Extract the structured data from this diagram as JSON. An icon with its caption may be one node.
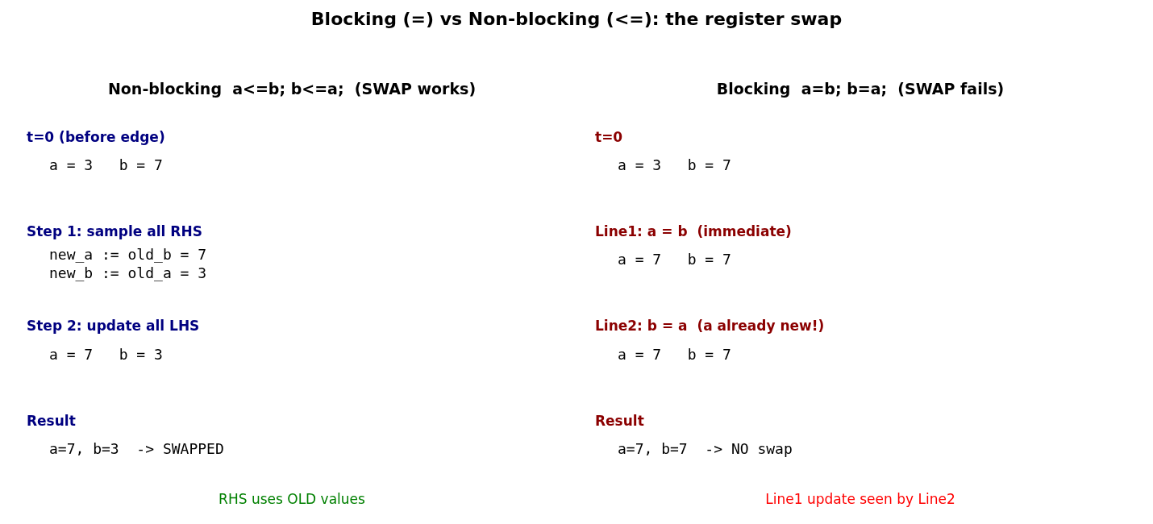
{
  "diagram": {
    "title": "Blocking (=) vs Non-blocking (<=): the register swap",
    "labels": [
      "Non-blocking  a<=b; b<=a;  (SWAP works)",
      "t=0 (before edge)",
      "a = 3   b = 7",
      "Step 1: sample all RHS",
      "new_a := old_b = 7",
      "new_b := old_a = 3",
      "Step 2: update all LHS",
      "a = 7   b = 3",
      "Result",
      "a=7, b=3  -> SWAPPED",
      "RHS uses OLD values",
      "Blocking  a=b; b=a;  (SWAP fails)",
      "t=0",
      "a = 3   b = 7",
      "Line1: a = b  (immediate)",
      "a = 7   b = 7",
      "Line2: b = a  (a already new!)",
      "a = 7   b = 7",
      "Result",
      "a=7, b=7  -> NO swap",
      "Line1 update seen by Line2"
    ]
  }
}
